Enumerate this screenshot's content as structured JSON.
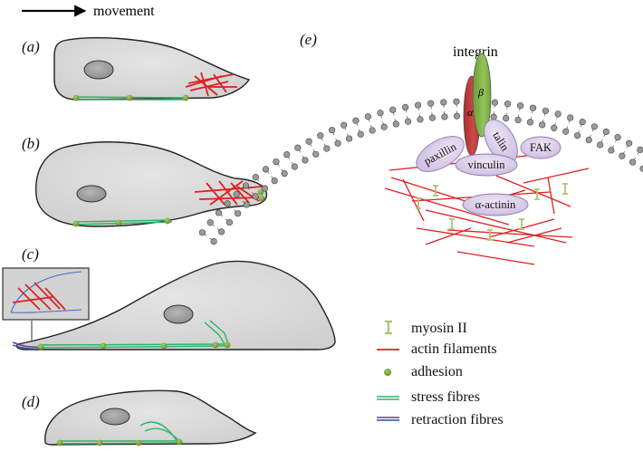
{
  "header": {
    "movement_label": "movement"
  },
  "panels": {
    "a": "(a)",
    "b": "(b)",
    "c": "(c)",
    "d": "(d)",
    "e": "(e)"
  },
  "proteins": {
    "integrin": "integrin",
    "alpha": "α",
    "beta": "β",
    "talin": "talin",
    "paxillin": "paxillin",
    "vinculin": "vinculin",
    "fak": "FAK",
    "alpha_actinin": "α-actinin"
  },
  "legend": [
    {
      "label": "myosin II",
      "symbol": "myosin-icon"
    },
    {
      "label": "actin filaments",
      "symbol": "actin-line-icon"
    },
    {
      "label": "adhesion",
      "symbol": "adhesion-dot-icon"
    },
    {
      "label": "stress fibres",
      "symbol": "stress-fibre-icon"
    },
    {
      "label": "retraction fibres",
      "symbol": "retraction-fibre-icon"
    }
  ],
  "colors": {
    "cell_fill": "#d6d6d6",
    "actin": "#e02020",
    "stress_fibre": "#2db36a",
    "adhesion": "#7aa33a",
    "retraction": "#6a3d9a",
    "myosin": "#a9c57a",
    "alpha_integrin": "#c44040",
    "beta_integrin": "#7fb244",
    "protein_fill": "#d9cdea"
  }
}
